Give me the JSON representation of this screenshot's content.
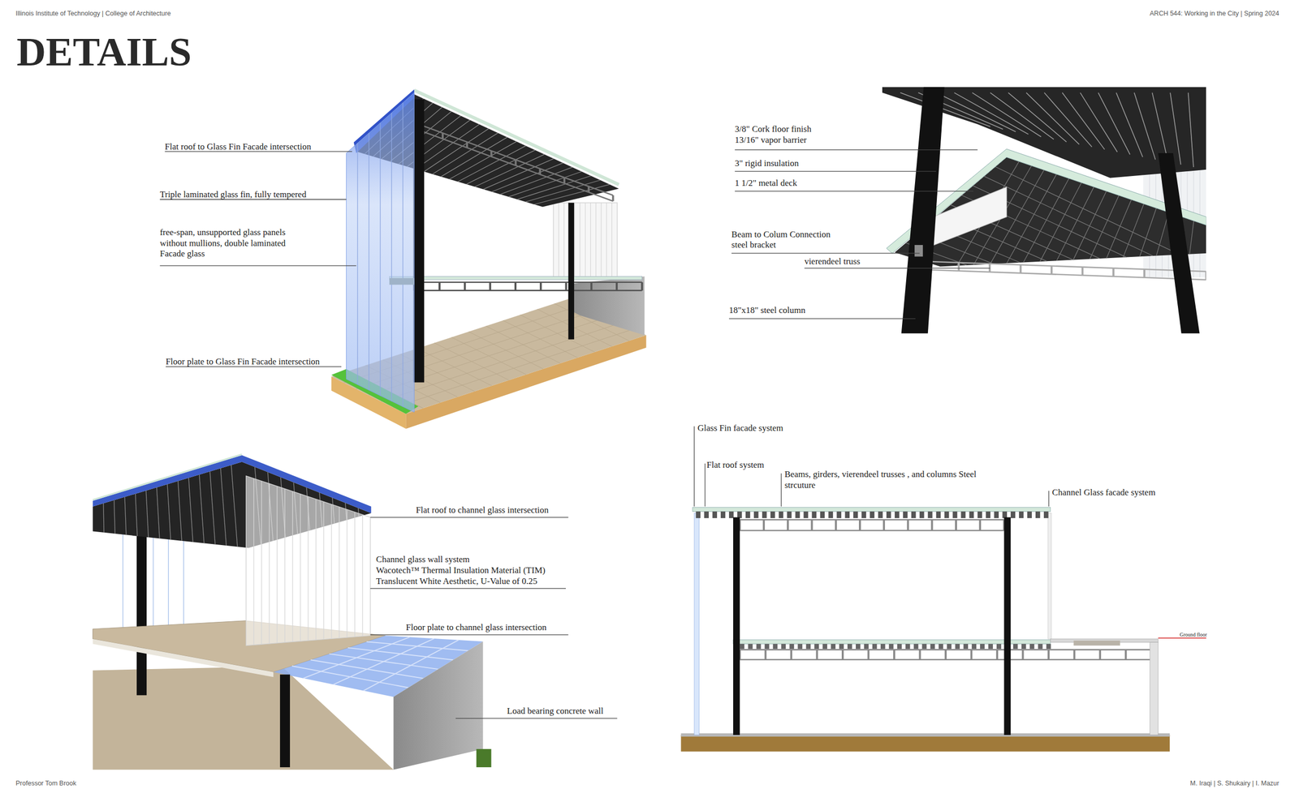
{
  "diagram": {
    "title": "DETAILS",
    "labels": [
      "Illinois Institute of Technology | College of Architecture",
      "ARCH 544: Working in the City | Spring 2024",
      "Flat roof to Glass Fin Facade intersection",
      "Triple laminated glass fin, fully tempered",
      "free-span, unsupported glass panels without mullions, double laminated Facade glass",
      "Floor plate to Glass Fin Facade intersection",
      "3/8\" Cork floor finish",
      "13/16\" vapor barrier",
      "3\" rigid insulation",
      "1 1/2\" metal deck",
      "Beam to Colum Connection steel bracket",
      "vierendeel truss",
      "18\"x18\" steel column",
      "Flat roof to channel glass intersection",
      "Channel glass wall system",
      "Wacotech™ Thermal Insulation Material (TIM)",
      "Translucent White Aesthetic, U-Value of 0.25",
      "Floor plate to channel glass intersection",
      "Load bearing concrete wall",
      "Glass Fin facade system",
      "Flat roof system",
      "Beams, girders, vierendeel trusses , and columns Steel strcuture",
      "Channel Glass facade system",
      "Ground floor",
      "Professor Tom Brook",
      "M. Iraqi | S. Shukairy | I. Mazur"
    ]
  }
}
